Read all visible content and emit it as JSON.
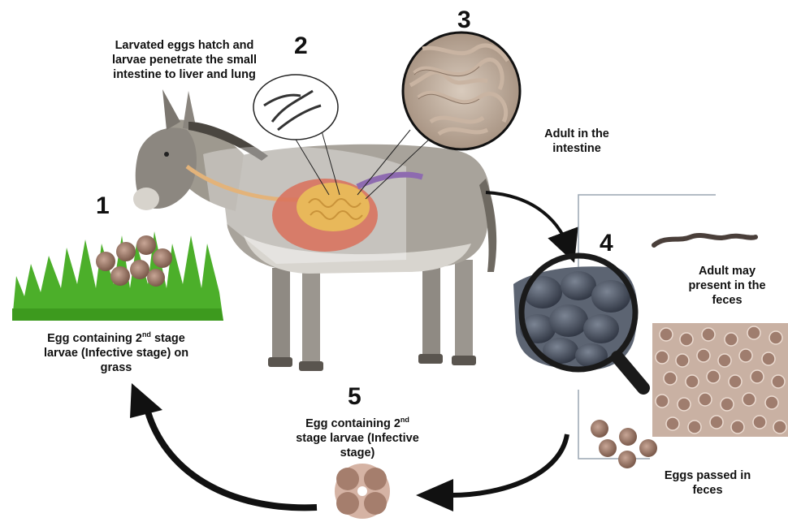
{
  "steps": {
    "s1": {
      "number": "1"
    },
    "s2": {
      "number": "2"
    },
    "s3": {
      "number": "3"
    },
    "s4": {
      "number": "4"
    },
    "s5": {
      "number": "5"
    }
  },
  "labels": {
    "hatch": [
      "Larvated eggs hatch and",
      "larvae penetrate the small",
      "intestine to liver and lung"
    ],
    "adult_intestine": [
      "Adult in the",
      "intestine"
    ],
    "adult_feces": [
      "Adult may",
      "present in the",
      "feces"
    ],
    "eggs_feces": [
      "Eggs passed in",
      "feces"
    ],
    "egg_grass": {
      "line1_pre": "Egg containing 2",
      "line1_sup": "nd",
      "line1_post": " stage",
      "line2": "larvae (Infective stage) on",
      "line3": "grass"
    },
    "egg_center": {
      "line1_pre": "Egg containing 2",
      "line1_sup": "nd",
      "line2": "stage larvae (Infective",
      "line3": "stage)"
    }
  },
  "colors": {
    "arrow": "#111111",
    "grass": "#4caf2a",
    "donkey": "#a8a39b",
    "egg": "#8a6a5a",
    "worm": "#555555",
    "intestine": "#e8b85a",
    "bracket": "#9aa6b2"
  }
}
